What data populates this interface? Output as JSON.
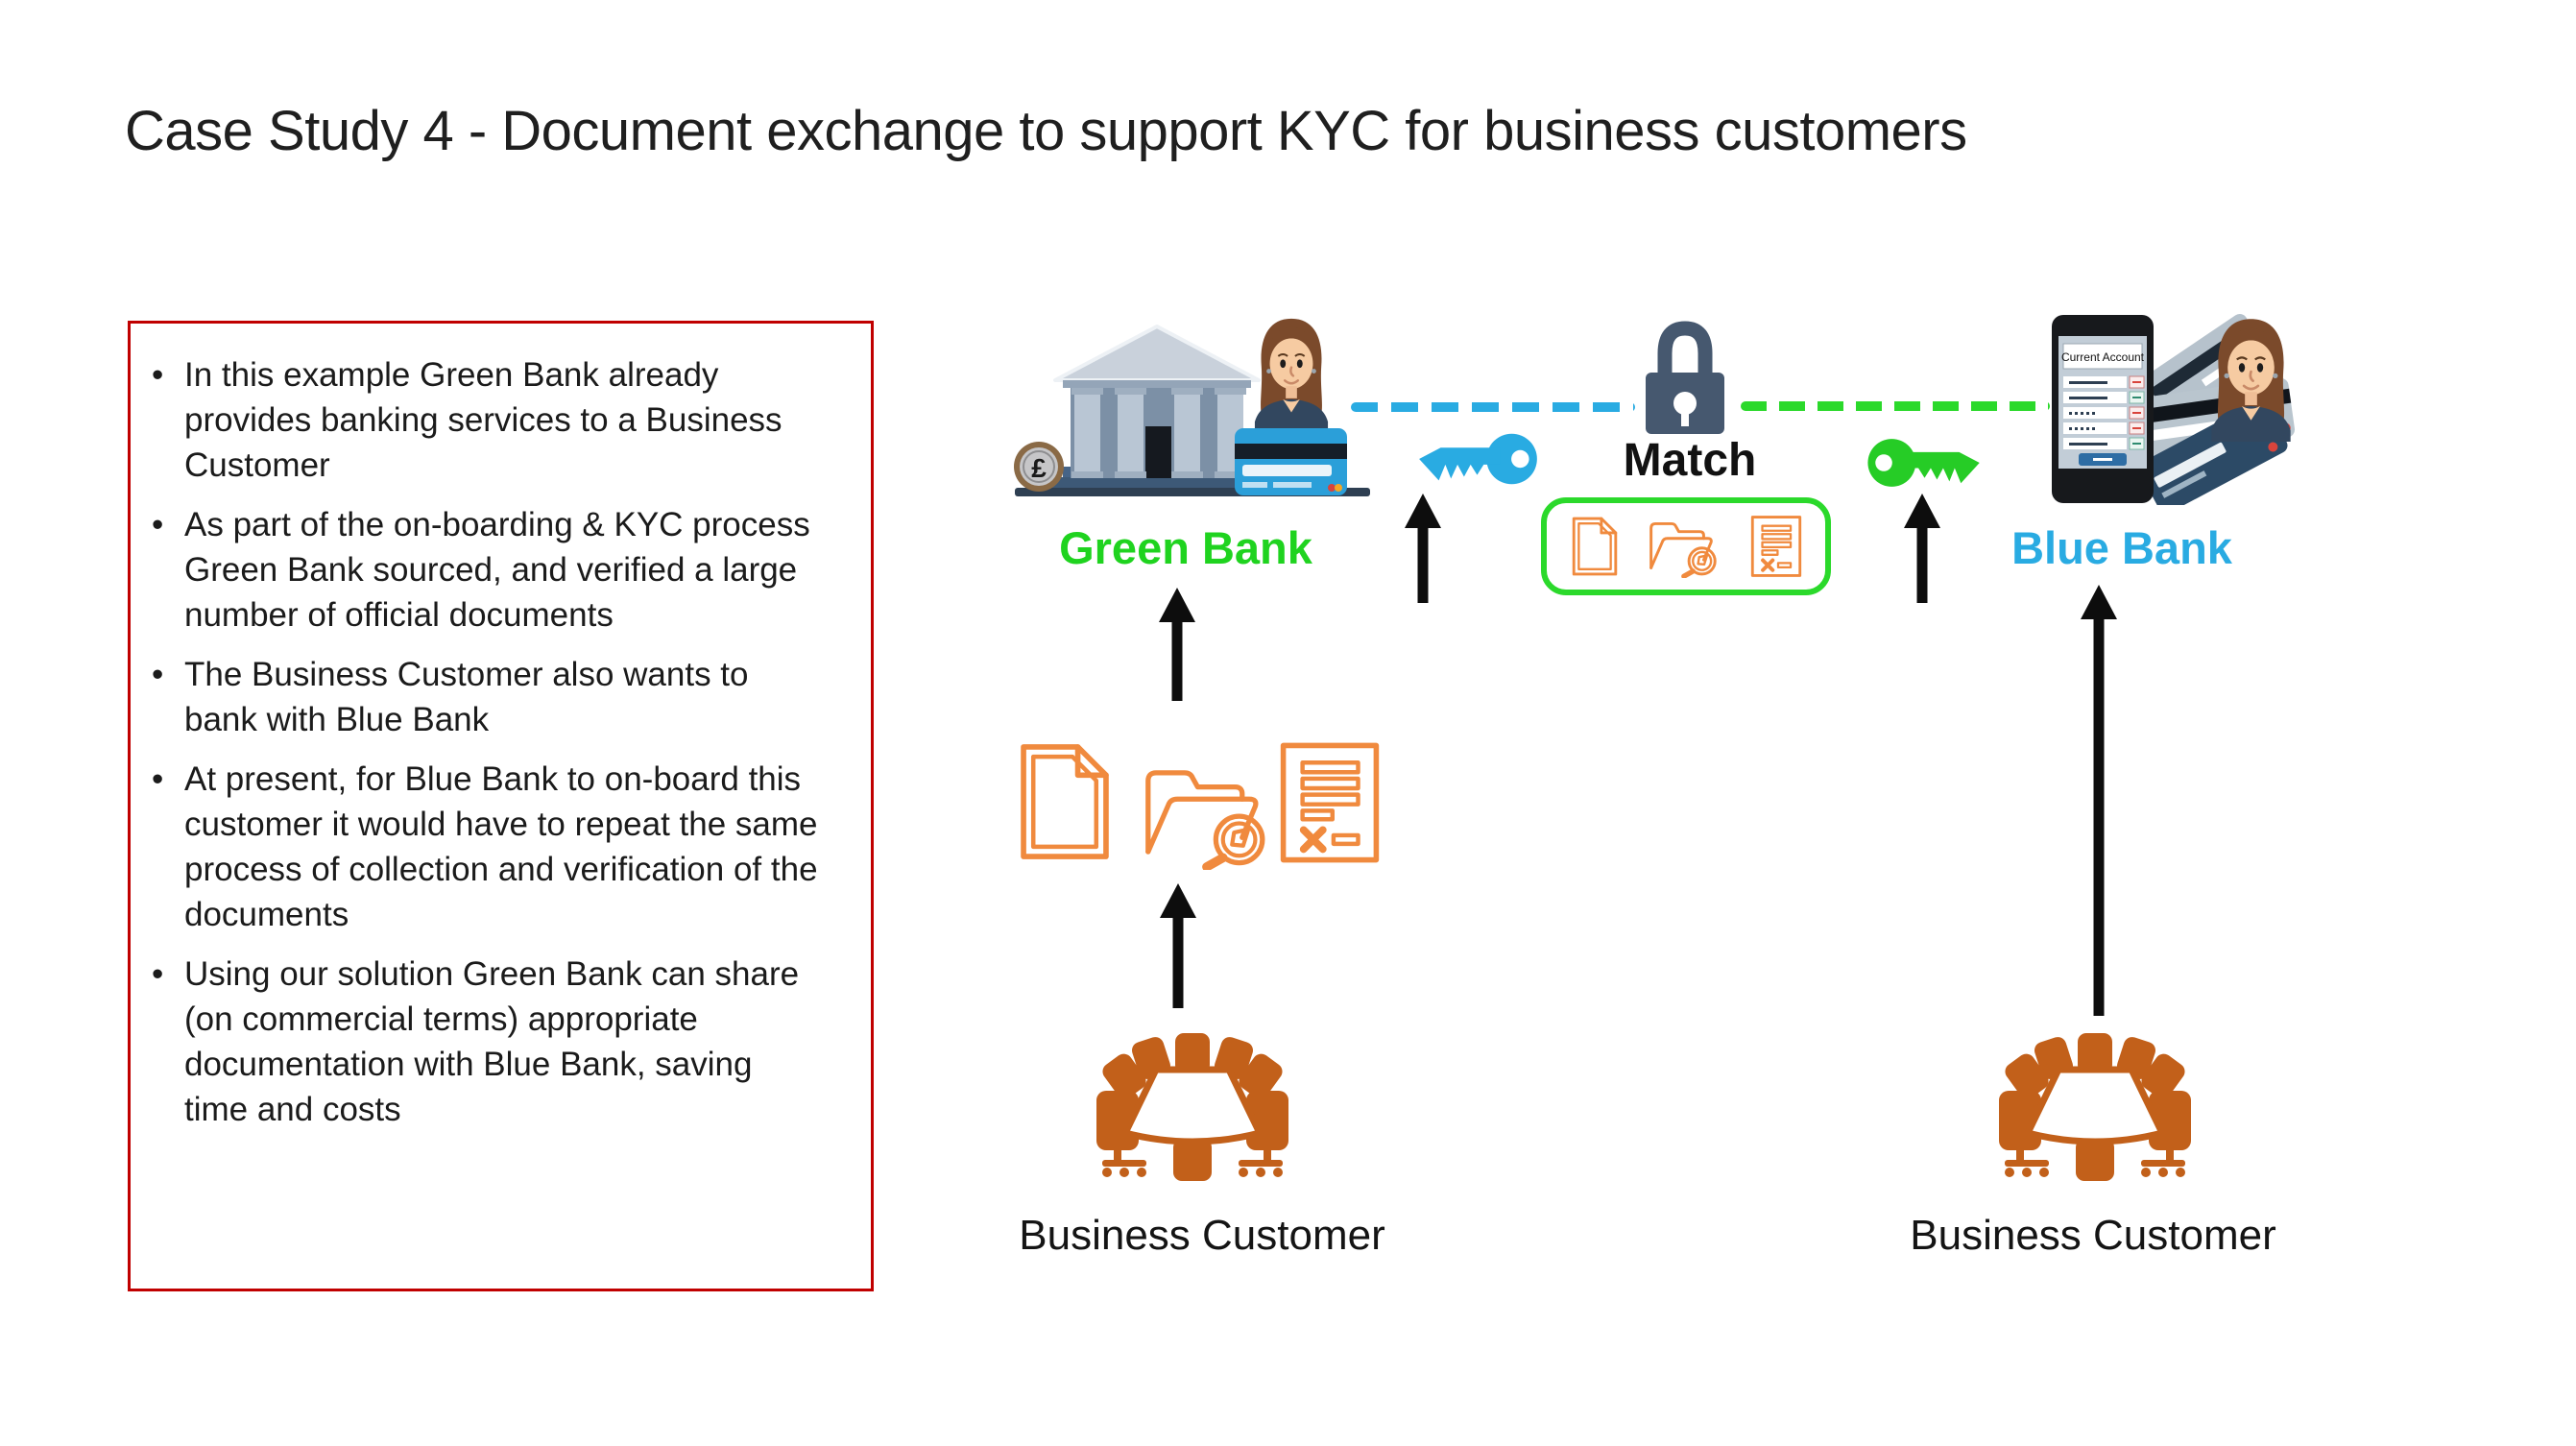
{
  "slide": {
    "title": "Case Study 4 - Document exchange to support KYC for business customers"
  },
  "notes": {
    "bullets": [
      "In this example Green Bank already provides banking services to a Business Customer",
      "As part of the on-boarding & KYC process Green Bank sourced, and verified a large number of official documents",
      "The Business Customer also wants to bank with Blue Bank",
      "At present, for Blue Bank to on-board this customer it would have to repeat the same process of collection and verification of the documents",
      "Using our solution Green Bank can share (on commercial terms) appropriate documentation with Blue Bank, saving time and costs"
    ]
  },
  "diagram": {
    "green_bank": {
      "label": "Green Bank",
      "coin_symbol": "£"
    },
    "blue_bank": {
      "label": "Blue Bank",
      "phone_screen_title": "Current Account"
    },
    "match": {
      "label": "Match"
    },
    "customers": {
      "left_label": "Business Customer",
      "right_label": "Business Customer"
    }
  },
  "icons": {
    "bank_building": "bank-building-icon",
    "pound_coin": "pound-coin-icon",
    "woman_avatar": "woman-avatar-icon",
    "credit_card": "credit-card-icon",
    "padlock": "padlock-icon",
    "blue_key": "blue-key-icon",
    "green_key": "green-key-icon",
    "document": "document-icon",
    "folder_search": "folder-search-icon",
    "certificate": "certificate-icon",
    "smartphone": "smartphone-icon",
    "boardroom_table": "boardroom-table-icon",
    "up_arrow": "up-arrow-icon"
  },
  "colors": {
    "title_text": "#1F1F1F",
    "notes_border": "#C00000",
    "green_label": "#1FD31F",
    "green_accent": "#2BD92B",
    "green_key": "#26CC26",
    "blue_accent": "#29ABE2",
    "padlock": "#46586F",
    "orange_outline": "#F08A3E",
    "orange_solid": "#C2601A",
    "arrow": "#0D0D0D"
  }
}
